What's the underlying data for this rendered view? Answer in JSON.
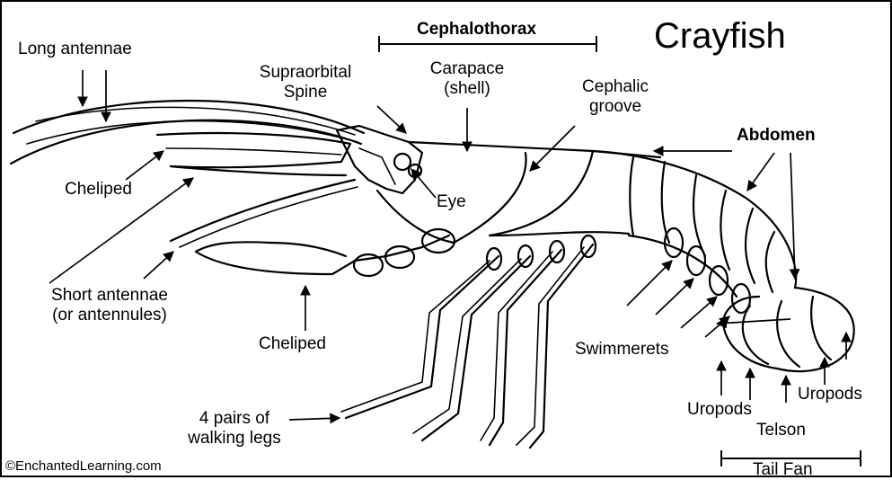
{
  "title": "Crayfish",
  "labels": {
    "long_antennae": "Long antennae",
    "cephalothorax": "Cephalothorax",
    "supraorbital_line1": "Supraorbital",
    "supraorbital_line2": "Spine",
    "carapace_line1": "Carapace",
    "carapace_line2": "(shell)",
    "cephalic_line1": "Cephalic",
    "cephalic_line2": "groove",
    "abdomen": "Abdomen",
    "cheliped_upper": "Cheliped",
    "eye": "Eye",
    "short_antennae_line1": "Short antennae",
    "short_antennae_line2": "(or antennules)",
    "cheliped_lower": "Cheliped",
    "swimmerets": "Swimmerets",
    "uropods_right": "Uropods",
    "uropods_left": "Uropods",
    "telson": "Telson",
    "walking_legs_line1": "4 pairs of",
    "walking_legs_line2": "walking legs",
    "tail_fan": "Tail Fan"
  },
  "credit": "©EnchantedLearning.com"
}
